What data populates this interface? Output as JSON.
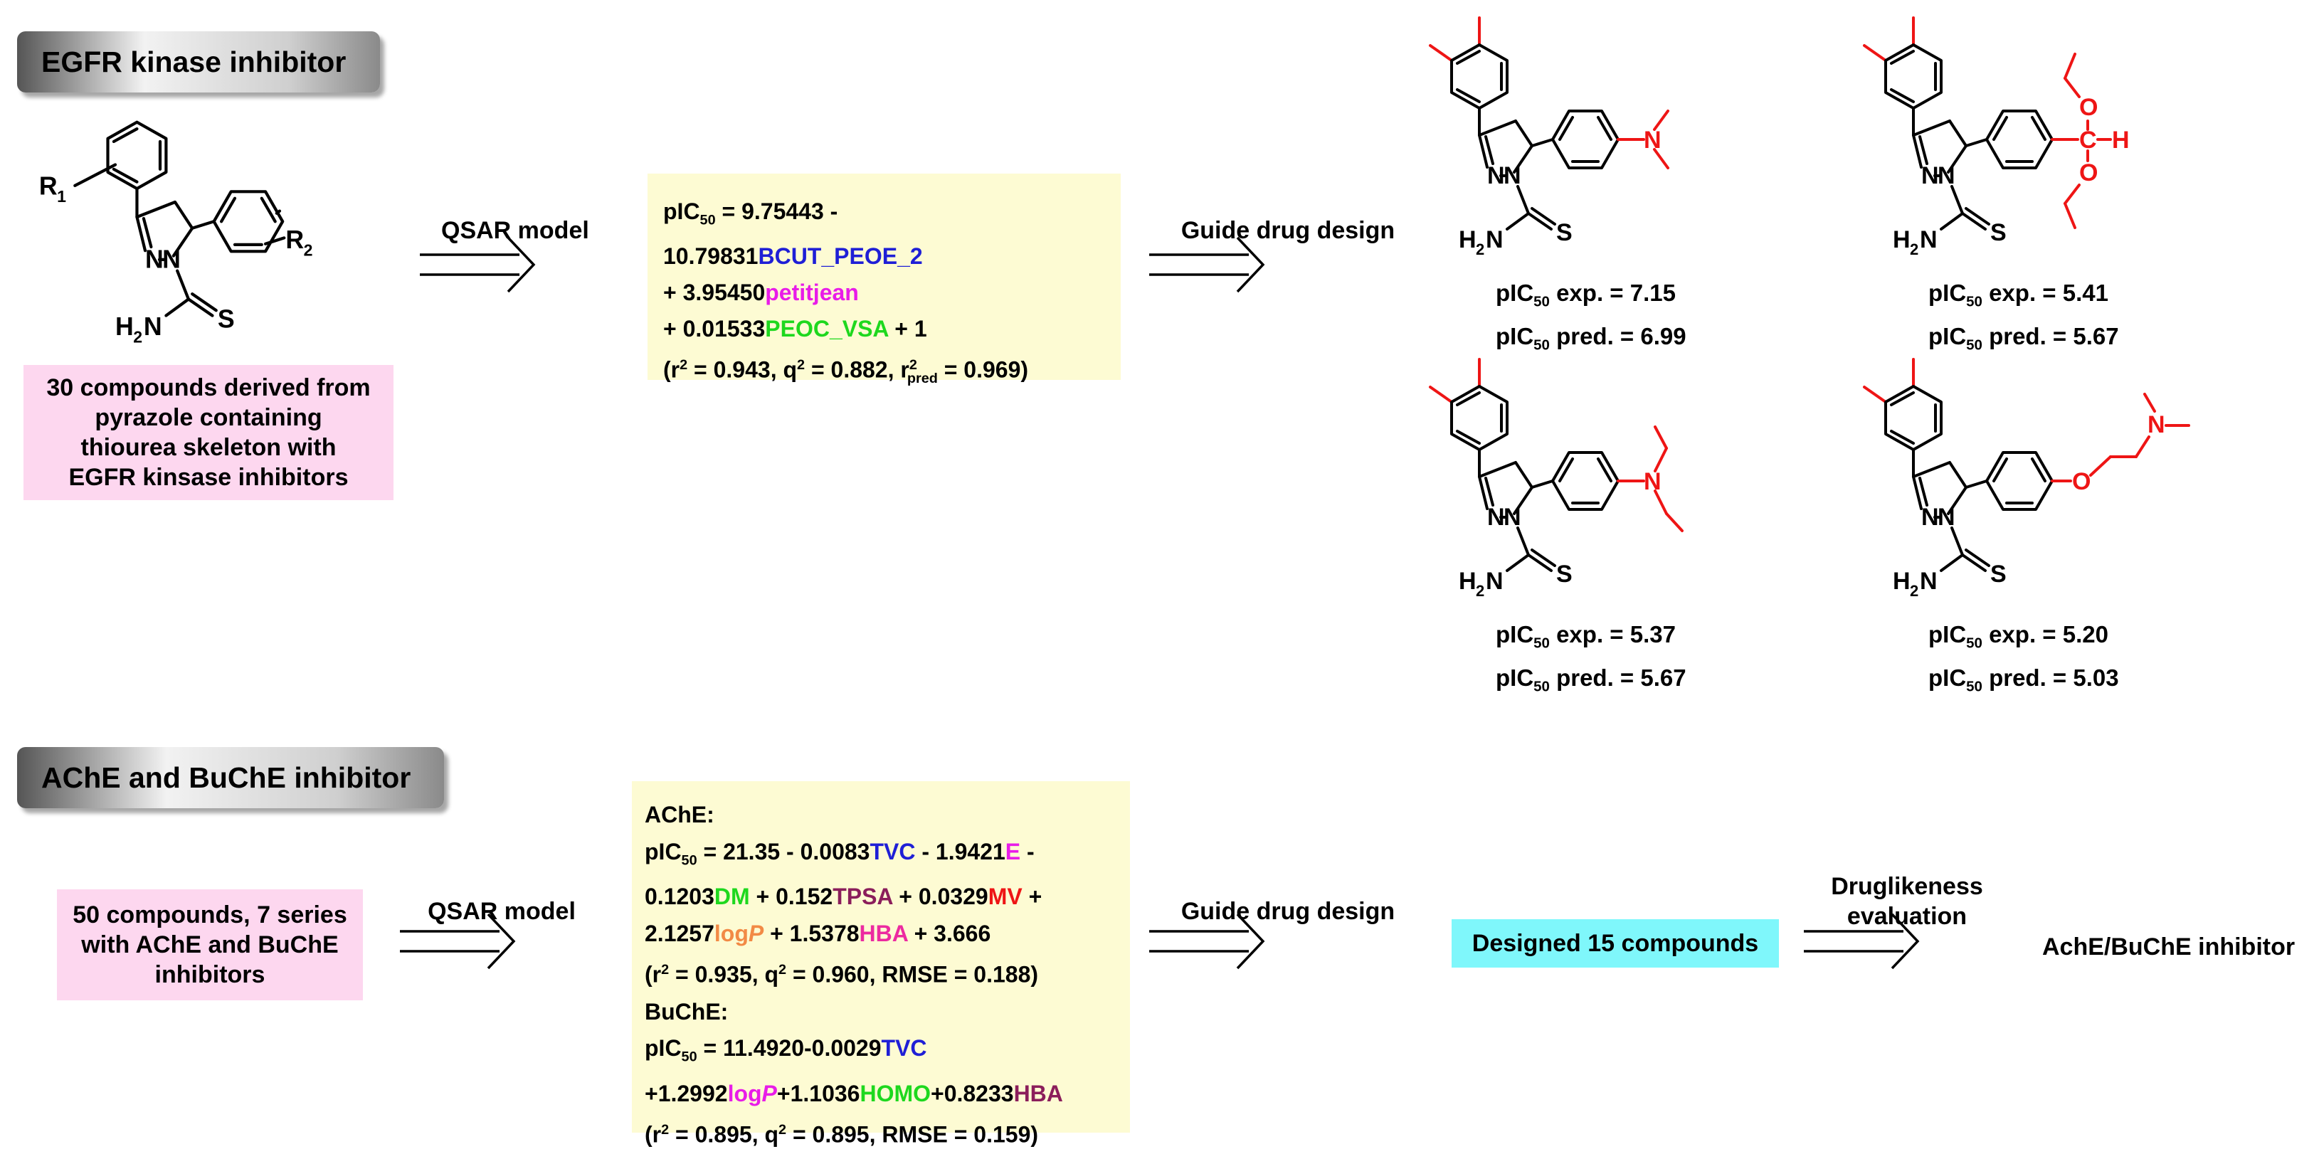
{
  "sections": {
    "egfr_title": "EGFR kinase inhibitor",
    "ache_title": "AChE and BuChE inhibitor"
  },
  "egfr": {
    "dataset": [
      "30 compounds derived from",
      "pyrazole containing",
      "thiourea skeleton with",
      "EGFR kinsase inhibitors"
    ],
    "arrow1_label": "QSAR model",
    "arrow2_label": "Guide drug design",
    "model": {
      "l1_a": "pIC",
      "l1_sub": "50",
      "l1_b": " = 9.75443 -",
      "l2_a": "10.79831",
      "l2_b": "BCUT_PEOE_2",
      "l3_a": "+ 3.95450",
      "l3_b": "petitjean",
      "l4_a": "+ 0.01533",
      "l4_b": "PEOC_VSA",
      "l4_c": " + 1",
      "l5_a": " (r",
      "l5_sup1": "2",
      "l5_b": " = 0.943, q",
      "l5_sup2": "2",
      "l5_c": " = 0.882, r",
      "l5_sup3": "2",
      "l5_sub": "pred",
      "l5_d": " = 0.969)"
    },
    "compounds": [
      {
        "exp": "pIC50 exp. = 7.15",
        "pred": "pIC50 pred. = 6.99"
      },
      {
        "exp": "pIC50 exp. = 5.41",
        "pred": "pIC50 pred. = 5.67"
      },
      {
        "exp": "pIC50 exp. = 5.37",
        "pred": "pIC50 pred. = 5.67"
      },
      {
        "exp": "pIC50 exp. = 5.20",
        "pred": "pIC50 pred. = 5.03"
      }
    ],
    "atoms": {
      "R1": "R",
      "R1_sub": "1",
      "R2": "R",
      "R2_sub": "2",
      "N": "N",
      "S": "S",
      "H2N_h": "H",
      "H2N_2": "2",
      "H2N_n": "N",
      "O": "O",
      "C": "C",
      "H": "H"
    }
  },
  "ache": {
    "dataset": [
      "50 compounds, 7 series",
      "with AChE and BuChE",
      "inhibitors"
    ],
    "arrow1_label": "QSAR model",
    "arrow2_label": "Guide drug design",
    "arrow3_label": [
      "Druglikeness",
      "evaluation"
    ],
    "designed": "Designed 15 compounds",
    "final": "AchE/BuChE inhibitor",
    "model": {
      "h1": "AChE:",
      "a1_a": "pIC",
      "a1_sub": "50",
      "a1_b": " = 21.35 - 0.0083",
      "a1_c": "TVC",
      "a1_d": " - 1.9421",
      "a1_e": "E",
      "a1_f": " -",
      "a2_a": "0.1203",
      "a2_b": "DM",
      "a2_c": " + 0.152",
      "a2_d": "TPSA",
      "a2_e": " + 0.0329",
      "a2_f": "MV",
      "a2_g": " +",
      "a3_a": "2.1257",
      "a3_b": "log",
      "a3_c": "P",
      "a3_d": " + 1.5378",
      "a3_e": "HBA",
      "a3_f": " + 3.666",
      "a4_a": " (r",
      "a4_sup1": "2",
      "a4_b": " = 0.935, q",
      "a4_sup2": "2",
      "a4_c": " = 0.960, RMSE = 0.188)",
      "h2": "BuChE:",
      "b1_a": "pIC",
      "b1_sub": "50",
      "b1_b": " = 11.4920-0.0029",
      "b1_c": "TVC",
      "b2_a": "+1.2992",
      "b2_b": "log",
      "b2_c": "P",
      "b2_d": "+1.1036",
      "b2_e": "HOMO",
      "b2_f": "+0.8233",
      "b2_g": "HBA",
      "b3_a": " (r",
      "b3_sup1": "2",
      "b3_b": " = 0.895, q",
      "b3_sup2": "2",
      "b3_c": " = 0.895, RMSE = 0.159)"
    }
  }
}
